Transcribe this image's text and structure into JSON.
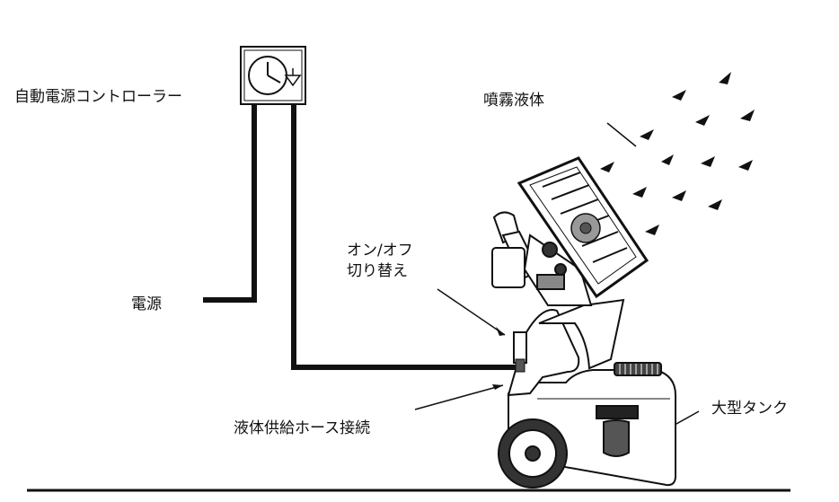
{
  "labels": {
    "controller": "自動電源コントローラー",
    "spray": "噴霧液体",
    "power": "電源",
    "switch_line1": "オン/オフ",
    "switch_line2": "切り替え",
    "hose": "液体供給ホース接続",
    "tank": "大型タンク"
  },
  "icons": [
    "timer-clock-icon",
    "spray-droplet-icon"
  ],
  "colors": {
    "line": "#111111",
    "machine_fill": "#ffffff",
    "machine_shade": "#8a8a8a"
  }
}
